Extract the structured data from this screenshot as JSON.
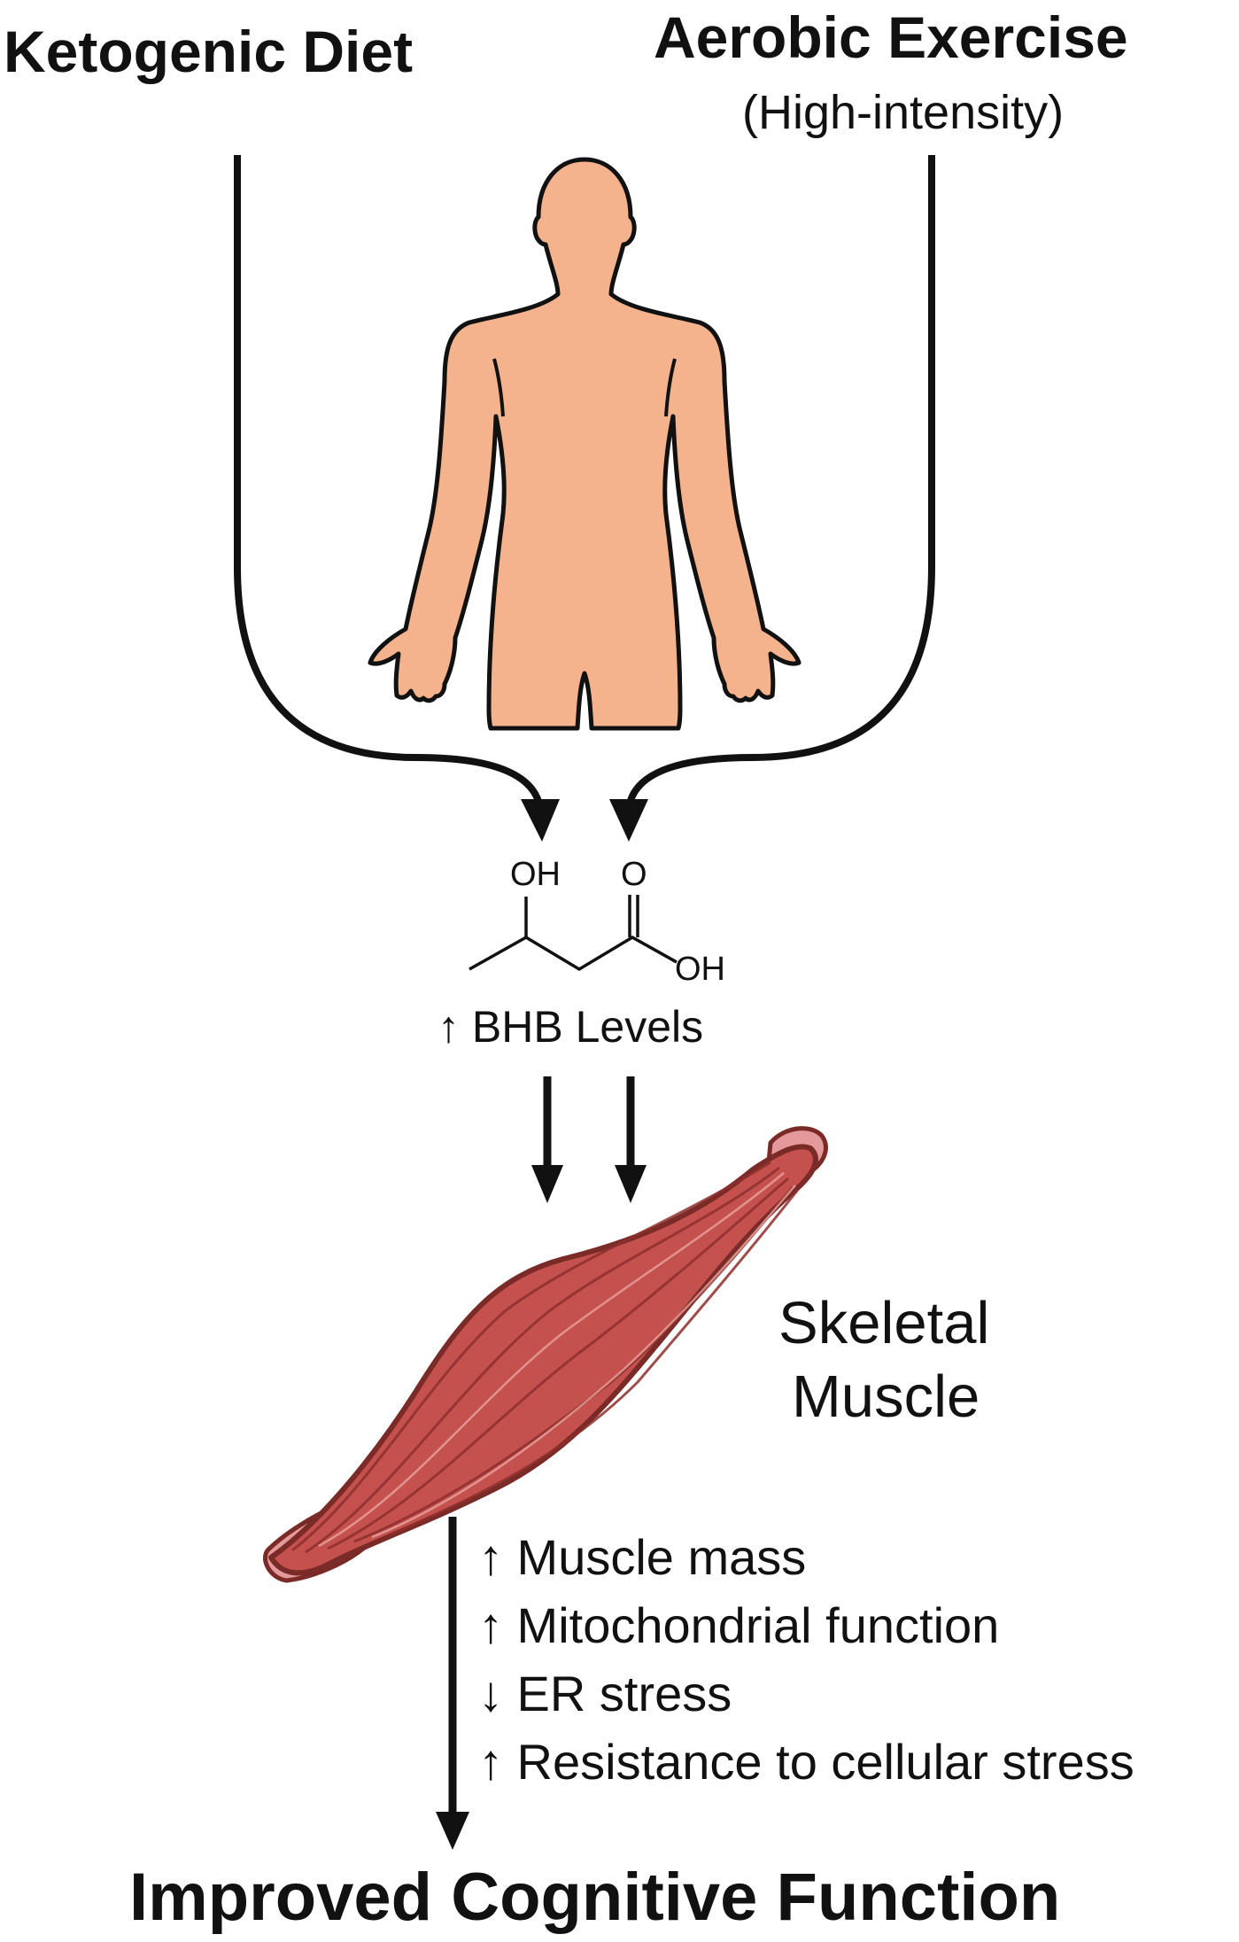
{
  "inputs": {
    "left": "Ketogenic Diet",
    "right": "Aerobic Exercise",
    "right_sub": "(High-intensity)"
  },
  "molecule": {
    "oh_top": "OH",
    "o_top": "O",
    "oh_right": "OH"
  },
  "bhb_label": "↑ BHB Levels",
  "muscle": {
    "line1": "Skeletal",
    "line2": "Muscle"
  },
  "effects": [
    "↑ Muscle mass",
    "↑ Mitochondrial function",
    "↓ ER stress",
    "↑ Resistance to cellular stress"
  ],
  "outcome": "Improved Cognitive Function",
  "colors": {
    "skin": "#F4B38C",
    "muscle": "#C5514F",
    "muscle_outline": "#7A2A27",
    "tendon": "#E49A9A",
    "lines": "#111111"
  }
}
